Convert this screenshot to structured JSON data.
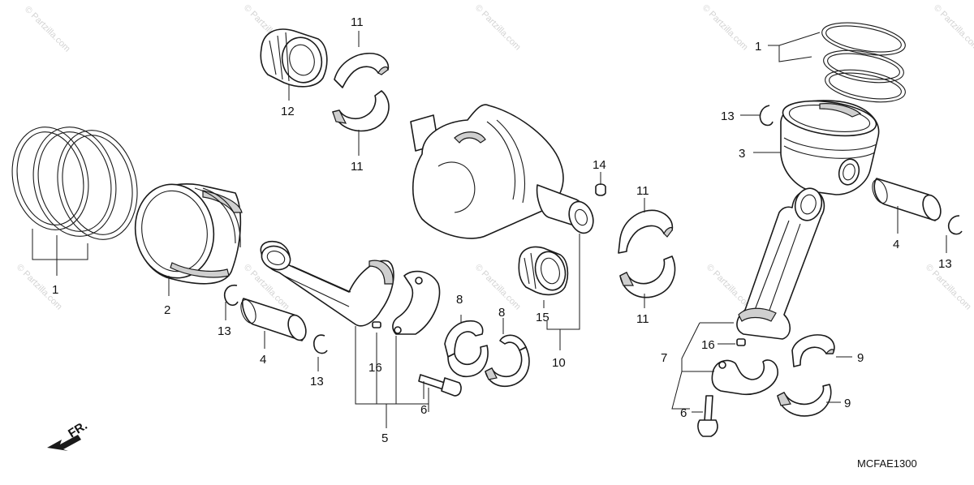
{
  "watermark": {
    "text": "© Partzilla.com"
  },
  "diagram_code": "MCFAE1300",
  "direction_label": "FR.",
  "callouts": {
    "c1_left": "1",
    "c2": "2",
    "c13_a": "13",
    "c4_left": "4",
    "c13_b": "13",
    "c11_top": "11",
    "c12": "12",
    "c11_mid": "11",
    "c16_left": "16",
    "c5": "5",
    "c6_left": "6",
    "c8_a": "8",
    "c8_b": "8",
    "c15": "15",
    "c10": "10",
    "c14": "14",
    "c11_r_top": "11",
    "c11_r_bot": "11",
    "c1_right": "1",
    "c13_r_top": "13",
    "c3": "3",
    "c4_right": "4",
    "c13_r_bot": "13",
    "c16_right": "16",
    "c7": "7",
    "c6_right": "6",
    "c9_a": "9",
    "c9_b": "9"
  },
  "parts": [
    {
      "ref": "1",
      "name": "piston-ring-set"
    },
    {
      "ref": "2",
      "name": "piston"
    },
    {
      "ref": "3",
      "name": "piston"
    },
    {
      "ref": "4",
      "name": "piston-pin"
    },
    {
      "ref": "5",
      "name": "connecting-rod"
    },
    {
      "ref": "6",
      "name": "connecting-rod-bolt"
    },
    {
      "ref": "7",
      "name": "connecting-rod"
    },
    {
      "ref": "8",
      "name": "crankpin-bearing"
    },
    {
      "ref": "9",
      "name": "crankpin-bearing"
    },
    {
      "ref": "10",
      "name": "crankshaft"
    },
    {
      "ref": "11",
      "name": "main-journal-bearing"
    },
    {
      "ref": "12",
      "name": "needle-bearing"
    },
    {
      "ref": "13",
      "name": "piston-pin-clip"
    },
    {
      "ref": "14",
      "name": "dowel-pin"
    },
    {
      "ref": "15",
      "name": "needle-bearing"
    },
    {
      "ref": "16",
      "name": "dowel-pin"
    }
  ]
}
